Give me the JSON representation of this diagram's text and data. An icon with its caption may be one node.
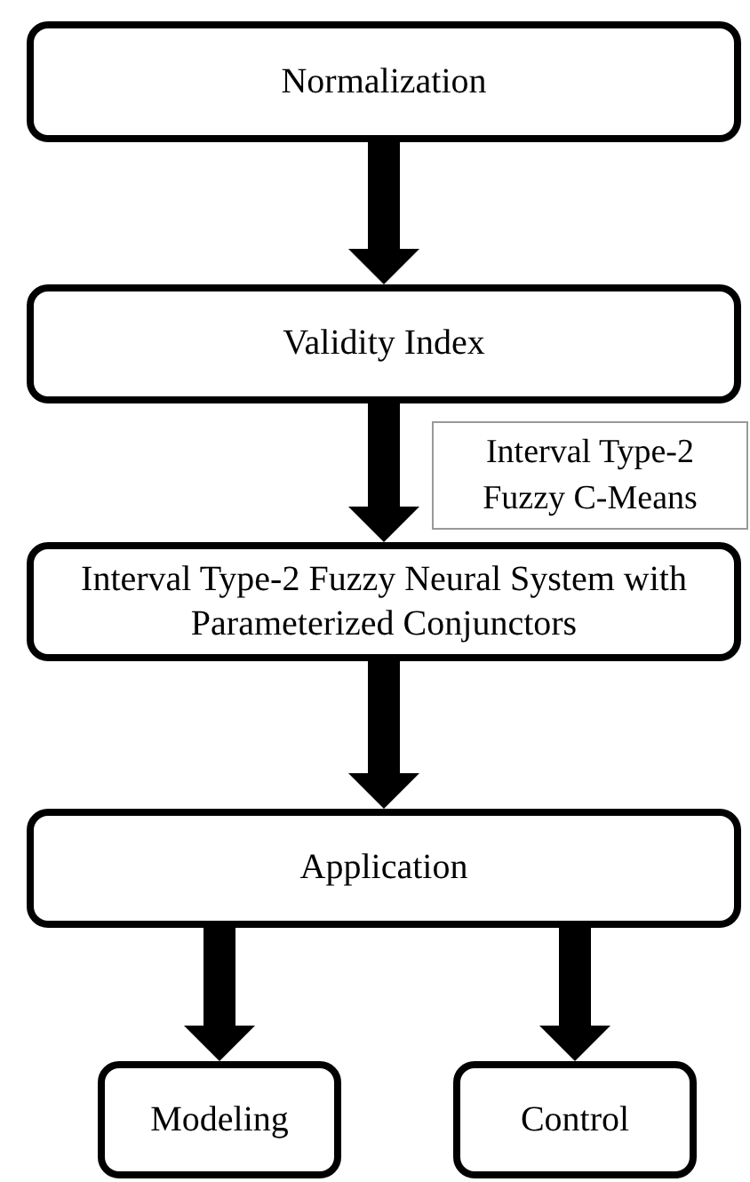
{
  "diagram": {
    "nodes": [
      {
        "text": [
          "Normalization"
        ]
      },
      {
        "text": [
          "Validity Index"
        ]
      },
      {
        "text": [
          "Interval Type-2 Fuzzy Neural System with Parameterized Conjunctors"
        ]
      },
      {
        "text": [
          "Application"
        ]
      },
      {
        "text": [
          "Modeling"
        ]
      },
      {
        "text": [
          "Control"
        ]
      }
    ],
    "edges": [
      {
        "from": 0,
        "to": 1,
        "arrow": "to"
      },
      {
        "from": 1,
        "to": 2,
        "arrow": "to",
        "label": "Interval Type-2 Fuzzy C-Means"
      },
      {
        "from": 2,
        "to": 3,
        "arrow": "to"
      },
      {
        "from": 3,
        "to": 4,
        "arrow": "to"
      },
      {
        "from": 3,
        "to": 5,
        "arrow": "to"
      }
    ]
  }
}
